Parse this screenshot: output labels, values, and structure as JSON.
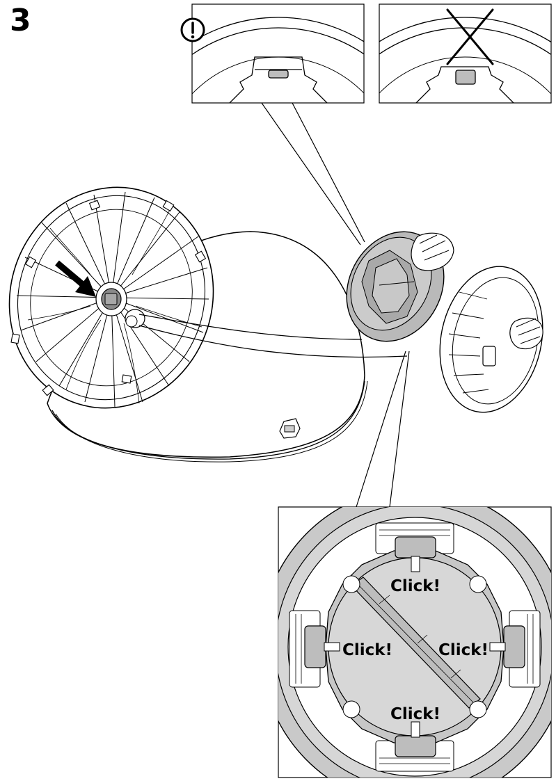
{
  "step": {
    "number": "3"
  },
  "callouts": {
    "correct_icon": "exclamation-circle-icon",
    "wrong_icon": "cross-icon"
  },
  "detail": {
    "click_top": "Click!",
    "click_left": "Click!",
    "click_right": "Click!",
    "click_bottom": "Click!"
  },
  "colors": {
    "line": "#000000",
    "grey_fill": "#c8c8c8",
    "grey_light": "#d9d9d9",
    "grey_dark": "#8a8a8a",
    "background": "#ffffff"
  }
}
